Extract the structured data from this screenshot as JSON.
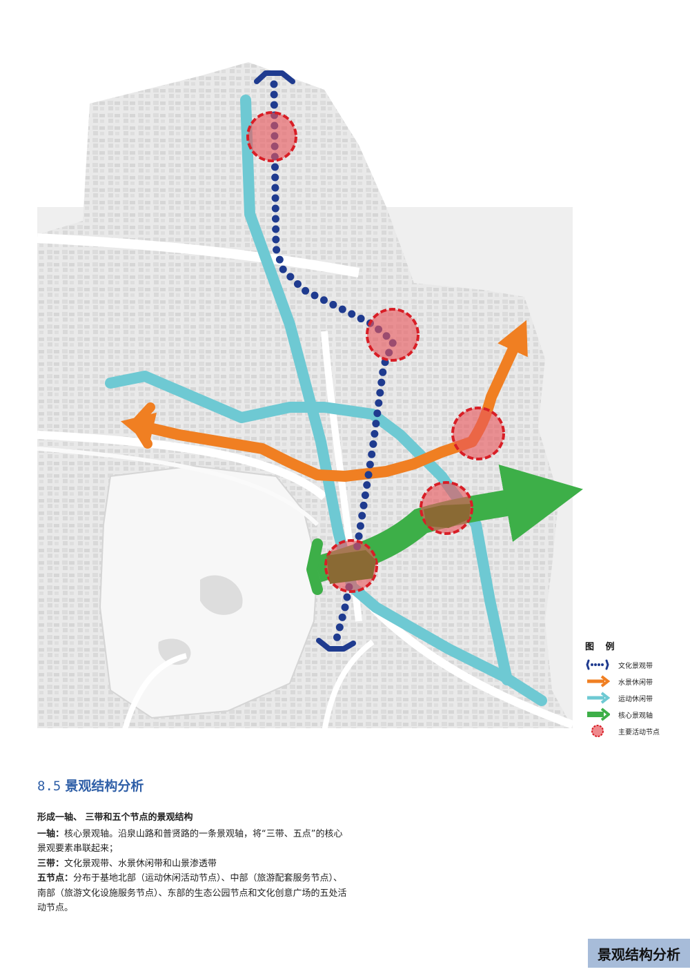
{
  "legend": {
    "title": "图 例",
    "items": [
      {
        "key": "culture",
        "label": "文化景观带",
        "color": "#1f3b8f"
      },
      {
        "key": "water",
        "label": "水景休闲带",
        "color": "#f07f22"
      },
      {
        "key": "sport",
        "label": "运动休闲带",
        "color": "#6ec9d3"
      },
      {
        "key": "core",
        "label": "核心景观轴",
        "color": "#3daf48"
      },
      {
        "key": "node",
        "label": "主要活动节点",
        "color": "#e8575c"
      }
    ]
  },
  "section": {
    "number": "8.5",
    "title": "景观结构分析"
  },
  "text": {
    "lead": "形成一轴、 三带和五个节点的景观结构",
    "p1_label": "一轴：",
    "p1_body": "核心景观轴。沿泉山路和普贤路的一条景观轴，将“三带、五点”的核心景观要素串联起来；",
    "p2_label": "三带：",
    "p2_body": "文化景观带、水景休闲带和山景渗透带",
    "p3_label": "五节点：",
    "p3_body": "分布于基地北部（运动休闲活动节点）、中部（旅游配套服务节点）、南部（旅游文化设施服务节点）、东部的生态公园节点和文化创意广场的五处活动节点。"
  },
  "footer": {
    "label": "景观结构分析"
  }
}
